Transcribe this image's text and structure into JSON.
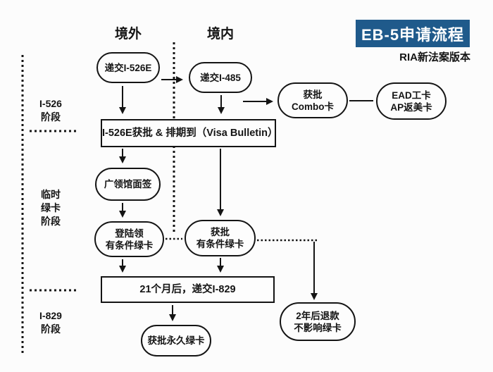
{
  "title": {
    "badge": "EB-5申请流程",
    "subtitle": "RIA新法案版本"
  },
  "columns": {
    "abroad": "境外",
    "domestic": "境内"
  },
  "stages": [
    {
      "id": "i526",
      "lines": [
        "I-526",
        "阶段"
      ]
    },
    {
      "id": "temp-green-card",
      "lines": [
        "临时",
        "绿卡",
        "阶段"
      ]
    },
    {
      "id": "i829",
      "lines": [
        "I-829",
        "阶段"
      ]
    }
  ],
  "nodes": {
    "submit_i526e": {
      "line1": "递交I-526E"
    },
    "submit_i485": {
      "line1": "递交I-485"
    },
    "combo_card": {
      "line1": "获批",
      "line2": "Combo卡"
    },
    "ead_ap_card": {
      "line1": "EAD工卡",
      "line2": "AP返美卡"
    },
    "i526e_approved_bar": {
      "line1": "I-526E获批 & 排期到（Visa Bulletin）"
    },
    "consulate_interview": {
      "line1": "广领馆面签"
    },
    "landing_conditional": {
      "line1": "登陆领",
      "line2": "有条件绿卡"
    },
    "approved_conditional": {
      "line1": "获批",
      "line2": "有条件绿卡"
    },
    "submit_i829_bar": {
      "line1": "21个月后，递交I-829"
    },
    "refund": {
      "line1": "2年后退款",
      "line2": "不影响绿卡"
    },
    "permanent_green_card": {
      "line1": "获批永久绿卡"
    }
  },
  "colors": {
    "badge_bg": "#1f5a8b",
    "badge_text": "#ffffff",
    "line": "#141414",
    "background": "#fcfcfc"
  }
}
